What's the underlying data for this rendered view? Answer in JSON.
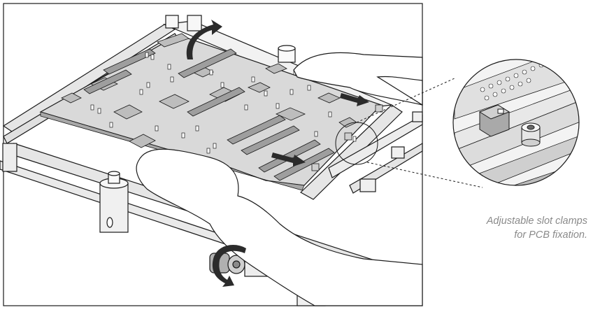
{
  "caption": {
    "line1": "Adjustable slot clamps",
    "line2": "for PCB fixation."
  },
  "colors": {
    "board": "#d9d9d9",
    "chip": "#bdbdbd",
    "outline": "#1a1a1a",
    "arrow": "#2b2b2b",
    "glove": "#ffffff",
    "caption": "#8a8a8a"
  },
  "icons": [
    "rotate-arrow-icon",
    "slide-arrow-icon",
    "slot-clamp",
    "thumb-screw"
  ]
}
